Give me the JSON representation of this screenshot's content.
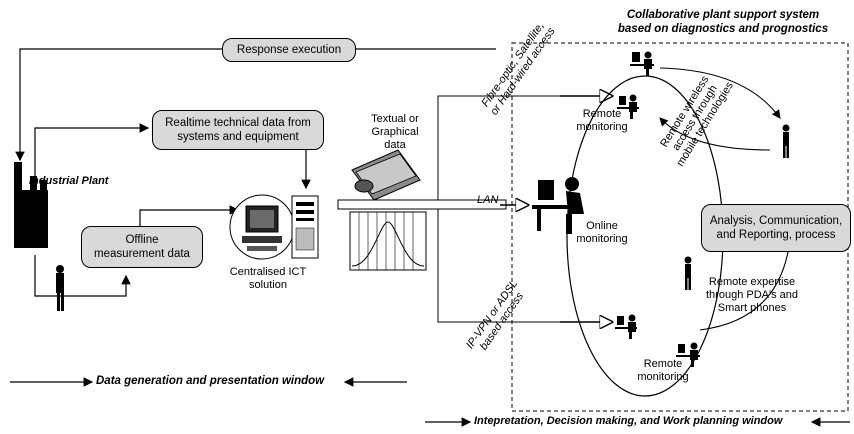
{
  "title": {
    "line1": "Collaborative plant support system",
    "line2": "based on diagnostics and prognostics"
  },
  "boxes": {
    "response": "Response execution",
    "realtime_line1": "Realtime technical data from",
    "realtime_line2": "systems and equipment",
    "offline_line1": "Offline",
    "offline_line2": "measurement data",
    "analysis_line1": "Analysis, Communication,",
    "analysis_line2": "and Reporting, process"
  },
  "labels": {
    "industrial_plant": "Industrial Plant",
    "centralised_line1": "Centralised ICT",
    "centralised_line2": "solution",
    "textual_line1": "Textual or",
    "textual_line2": "Graphical",
    "textual_line3": "data",
    "lan": "LAN",
    "fibre_line1": "Fibre-optic, Satellite,",
    "fibre_line2": "or Hard-wired access",
    "ipvpn_line1": "IP-VPN or ADSL",
    "ipvpn_line2": "based access",
    "remote_mon_top_line1": "Remote",
    "remote_mon_top_line2": "monitoring",
    "online_line1": "Online",
    "online_line2": "monitoring",
    "remote_mon_bottom_line1": "Remote",
    "remote_mon_bottom_line2": "monitoring",
    "wireless_line1": "Remote wireless",
    "wireless_line2": "access through",
    "wireless_line3": "mobile technologies",
    "expertise_line1": "Remote expertise",
    "expertise_line2": "through PDA's and",
    "expertise_line3": "Smart phones"
  },
  "windows": {
    "data_generation": "Data generation and presentation window",
    "interpretation": "Intepretation, Decision making, and Work planning window"
  }
}
